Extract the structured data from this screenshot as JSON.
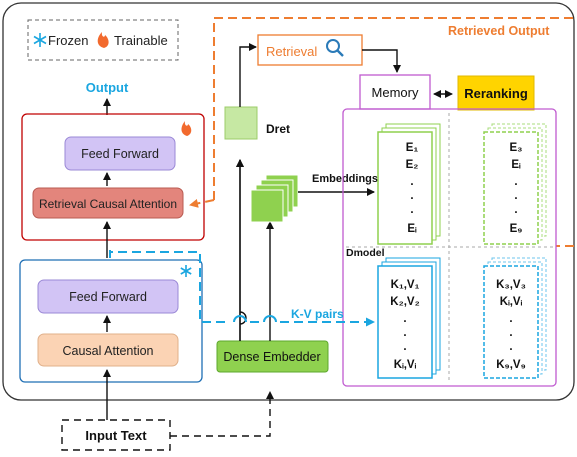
{
  "legend": {
    "frozen": "Frozen",
    "trainable": "Trainable"
  },
  "labels": {
    "output": "Output",
    "retrieved_output": "Retrieved Output",
    "dret": "Dret",
    "embeddings": "Embeddings",
    "dmodel": "Dmodel",
    "kv_pairs": "K-V pairs",
    "input_text": "Input Text"
  },
  "blocks": {
    "feed_forward_top": "Feed Forward",
    "retrieval_causal_attention": "Retrieval Causal Attention",
    "feed_forward_bottom": "Feed Forward",
    "causal_attention": "Causal Attention",
    "retrieval": "Retrieval",
    "memory": "Memory",
    "reranking": "Reranking",
    "dense_embedder": "Dense Embedder"
  },
  "embedding_stack_left": [
    "E₁",
    "E₂",
    ".",
    ".",
    ".",
    "Eᵢ"
  ],
  "embedding_stack_right": [
    "E₃",
    "Eᵢ",
    ".",
    ".",
    ".",
    "E₉"
  ],
  "kv_stack_left": [
    "K₁,V₁",
    "K₂,V₂",
    ".",
    ".",
    ".",
    "Kᵢ,Vᵢ"
  ],
  "kv_stack_right": [
    "K₃,V₃",
    "Kᵢ,Vᵢ",
    ".",
    ".",
    ".",
    "K₉,V₉"
  ],
  "colors": {
    "purple_block": "#d2c4f5",
    "red_block": "#e3857c",
    "peach_block": "#fbd3b4",
    "green_block": "#8fd14f",
    "yellow_block": "#ffd400",
    "orange_accent": "#ee7d31",
    "blue_accent": "#1aa6e0",
    "memory_border": "#c05bd0"
  }
}
